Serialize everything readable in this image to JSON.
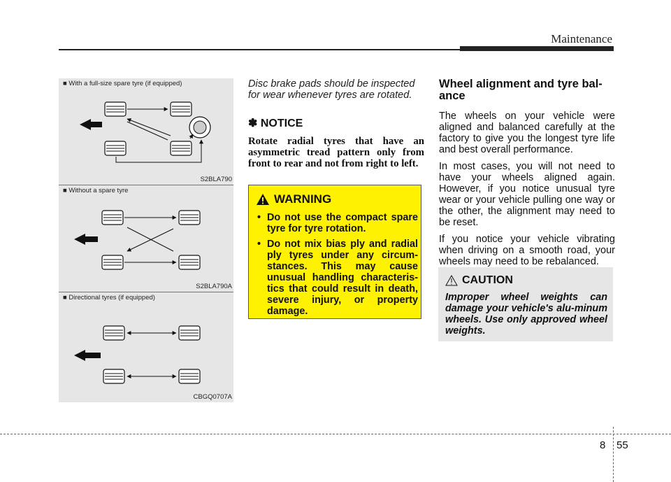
{
  "header": {
    "title": "Maintenance"
  },
  "diagrams": [
    {
      "caption": "■ With a full-size spare tyre (if equipped)",
      "code": "S2BLA790"
    },
    {
      "caption": "■ Without a spare tyre",
      "code": "S2BLA790A"
    },
    {
      "caption": "■ Directional tyres (if equipped)",
      "code": "CBGQ0707A"
    }
  ],
  "middle": {
    "intro": "Disc brake pads should be inspected for wear whenever tyres are rotated.",
    "notice_title": "✽ NOTICE",
    "notice_body": "Rotate radial tyres that have an asymmetric tread pattern only from front to rear and not from right to left.",
    "warning": {
      "title": "WARNING",
      "items": [
        "Do not use the compact spare tyre for tyre rotation.",
        "Do not mix bias ply and radial ply tyres under any circum-stances. This may cause unusual handling characteris-tics that could result in death, severe injury, or property damage."
      ]
    }
  },
  "right": {
    "section_title": "Wheel alignment and tyre bal-ance",
    "paragraphs": [
      "The wheels on your vehicle were aligned and balanced carefully at the factory to give you the longest tyre life and best overall performance.",
      "In most cases, you will not need to have your wheels aligned again. However, if you notice unusual tyre wear or your vehicle pulling one way or the other, the alignment may need to be reset.",
      "If you notice your vehicle vibrating when driving on a smooth road, your wheels may need to be rebalanced."
    ],
    "caution": {
      "title": "CAUTION",
      "body": "Improper wheel weights can damage your vehicle's alu-minum wheels. Use only approved wheel weights."
    }
  },
  "footer": {
    "chapter": "8",
    "page": "55"
  },
  "colors": {
    "warning_bg": "#fef200",
    "panel_bg": "#e6e6e6"
  }
}
